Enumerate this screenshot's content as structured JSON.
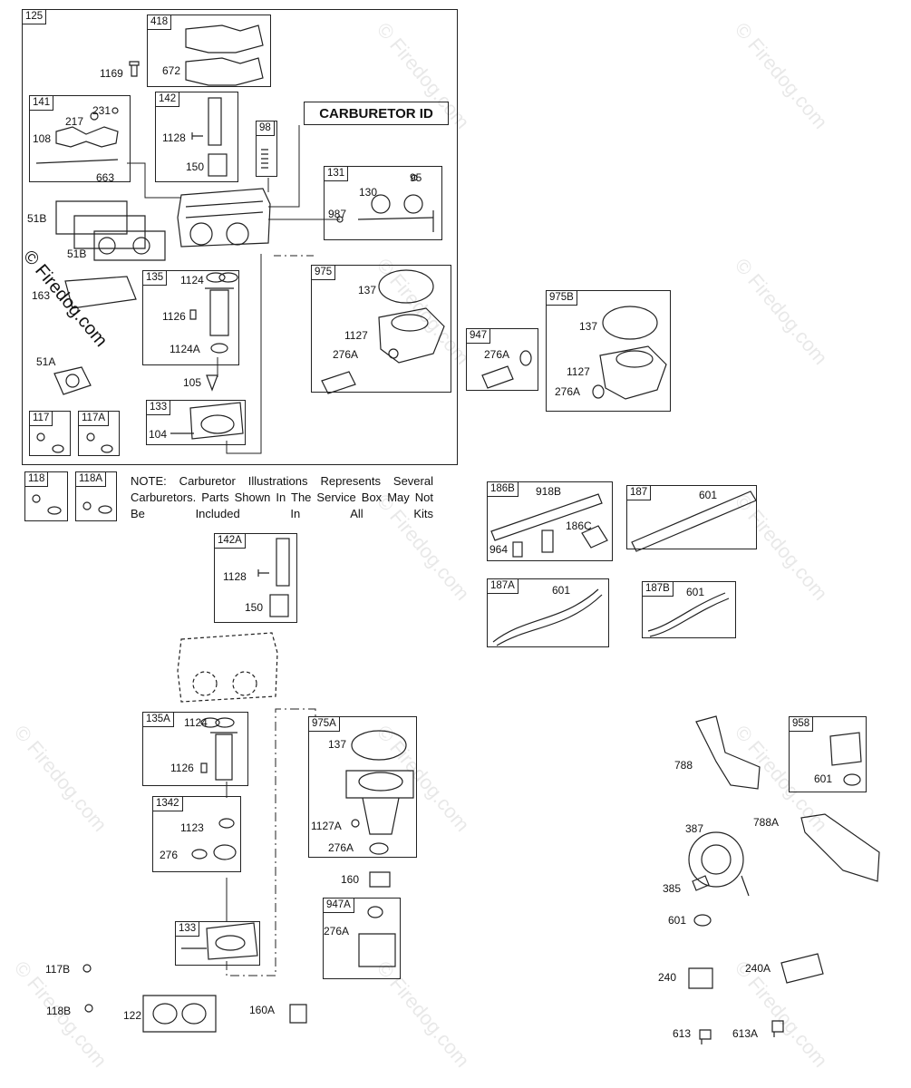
{
  "carburetor_id_label": "CARBURETOR ID",
  "note": "NOTE: Carburetor Illustrations Represents Several Carburetors. Parts Shown In The Service Box May Not Be Included In All Kits",
  "watermark": "© Firedog.com",
  "boxes": {
    "b125": "125",
    "b418": "418",
    "b141": "141",
    "b142": "142",
    "b98": "98",
    "b131": "131",
    "b135": "135",
    "b975": "975",
    "b947": "947",
    "b975B": "975B",
    "b133": "133",
    "b117": "117",
    "b117A": "117A",
    "b118": "118",
    "b118A": "118A",
    "b142A": "142A",
    "b186B": "186B",
    "b187": "187",
    "b187A": "187A",
    "b187B": "187B",
    "b135A": "135A",
    "b975A": "975A",
    "b1342": "1342",
    "b947A": "947A",
    "b133b": "133",
    "b958": "958"
  },
  "parts": {
    "p672": "672",
    "p1169": "1169",
    "p231": "231",
    "p217": "217",
    "p108": "108",
    "p663": "663",
    "p1128": "1128",
    "p150": "150",
    "p130": "130",
    "p95": "95",
    "p987": "987",
    "p51B1": "51B",
    "p51B2": "51B",
    "p163": "163",
    "p1124": "1124",
    "p1126": "1126",
    "p1124A": "1124A",
    "p51A": "51A",
    "p105": "105",
    "p104": "104",
    "p137a": "137",
    "p1127": "1127",
    "p276Aa": "276A",
    "p276Ab": "276A",
    "p137b": "137",
    "p1127b": "1127",
    "p276Ac": "276A",
    "p918B": "918B",
    "p186C": "186C",
    "p964": "964",
    "p601a": "601",
    "p601b": "601",
    "p601c": "601",
    "p1128b": "1128",
    "p150b": "150",
    "p1124b": "1124",
    "p1126b": "1126",
    "p1123": "1123",
    "p276": "276",
    "p137c": "137",
    "p1127A": "1127A",
    "p276Ad": "276A",
    "p160": "160",
    "p276Ae": "276A",
    "p117B": "117B",
    "p118B": "118B",
    "p122": "122",
    "p160A": "160A",
    "p788": "788",
    "p601d": "601",
    "p387": "387",
    "p788A": "788A",
    "p385": "385",
    "p601e": "601",
    "p240": "240",
    "p240A": "240A",
    "p613": "613",
    "p613A": "613A"
  }
}
